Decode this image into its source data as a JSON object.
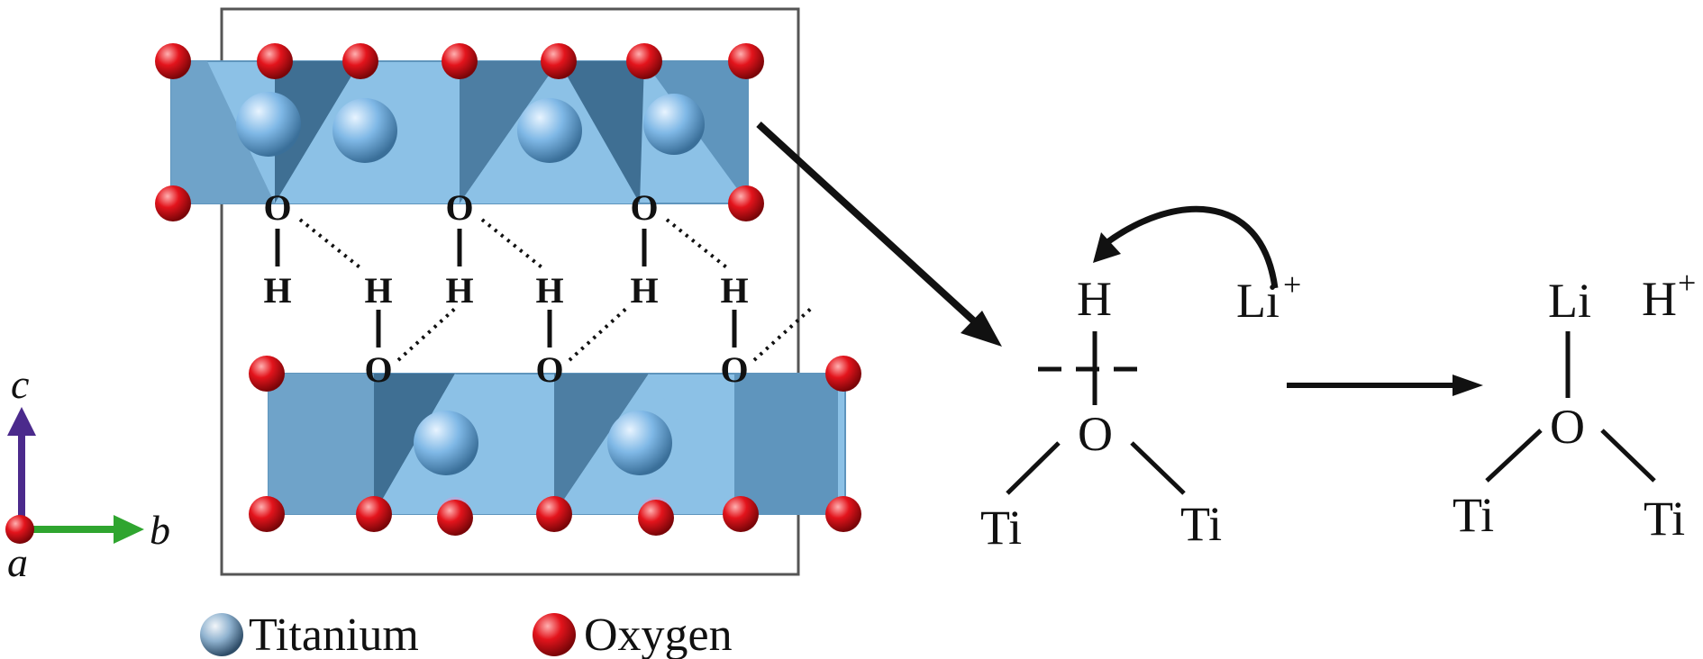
{
  "axes": {
    "c": "c",
    "b": "b",
    "a": "a"
  },
  "colors": {
    "oxygen": "#e3141c",
    "titanium": "#7fb8e6",
    "poly_light": "#8cc1e6",
    "poly_mid": "#5f95bd",
    "poly_dark": "#3f6f93",
    "axis_c": "#4b2a8c",
    "axis_b": "#2fa52f",
    "ink": "#111111"
  },
  "structure": {
    "top_layer": {
      "hydroxyl_O": "O",
      "hydroxyl_H": "H"
    },
    "bottom_layer": {
      "hydroxyl_O": "O",
      "hydroxyl_H": "H"
    }
  },
  "legend": {
    "titanium": "Titanium",
    "oxygen": "Oxygen"
  },
  "reaction": {
    "reactant": {
      "h": "H",
      "li_ion": "Li",
      "li_charge": "+",
      "o": "O",
      "ti_left": "Ti",
      "ti_right": "Ti"
    },
    "product": {
      "li": "Li",
      "h_ion": "H",
      "h_charge": "+",
      "o": "O",
      "ti_left": "Ti",
      "ti_right": "Ti"
    }
  }
}
